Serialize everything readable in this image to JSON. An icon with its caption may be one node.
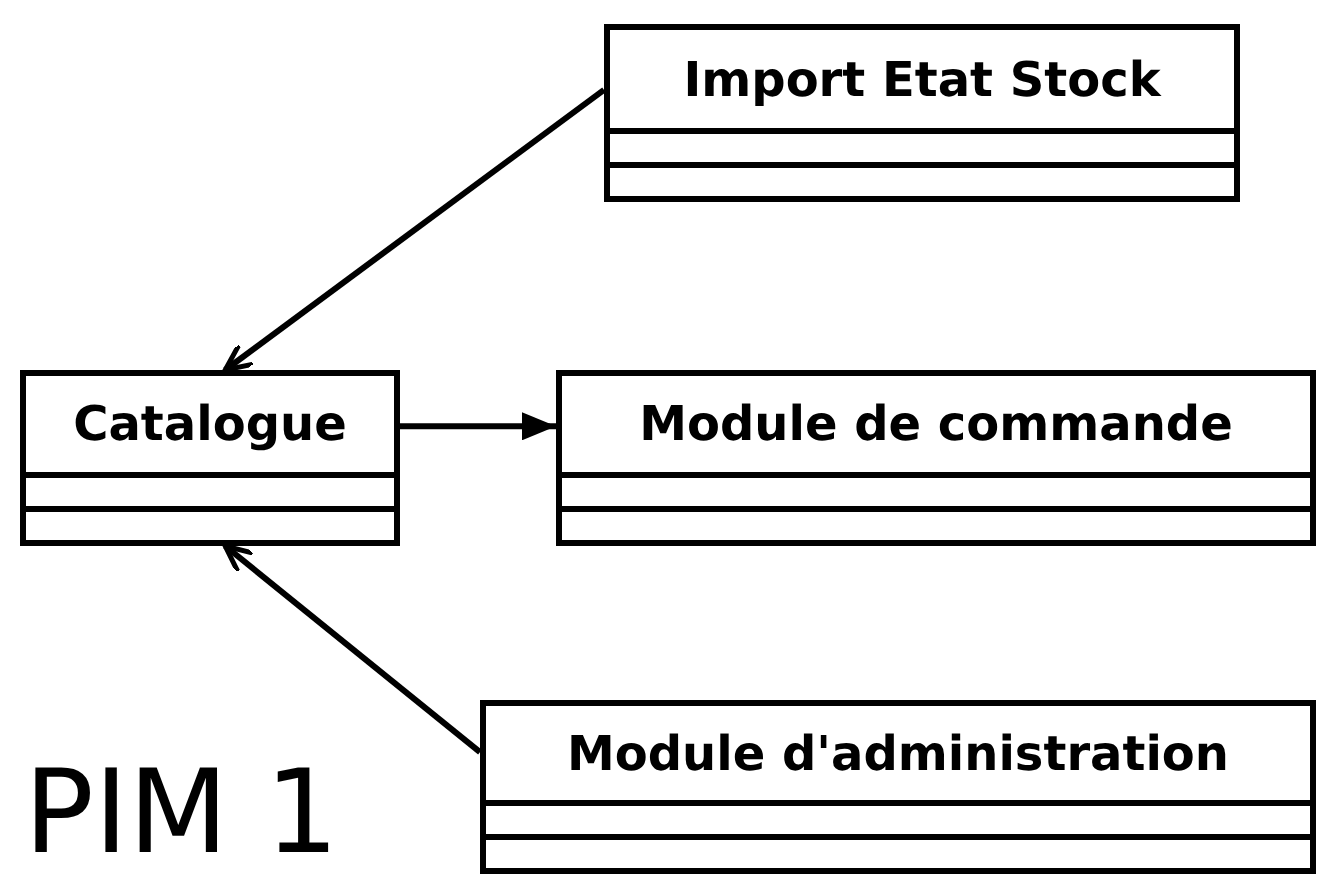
{
  "diagram": {
    "nodes": [
      {
        "text": [
          "Import Etat Stock"
        ]
      },
      {
        "text": [
          "Catalogue"
        ]
      },
      {
        "text": [
          "Module de commande"
        ]
      },
      {
        "text": [
          "Module d'administration"
        ]
      }
    ],
    "edges": [
      {
        "from": 0,
        "to": 1,
        "arrow": "to"
      },
      {
        "from": 1,
        "to": 2,
        "arrow": "to"
      },
      {
        "from": 3,
        "to": 1,
        "arrow": "to"
      }
    ],
    "labels": [
      "PIM 1"
    ]
  }
}
